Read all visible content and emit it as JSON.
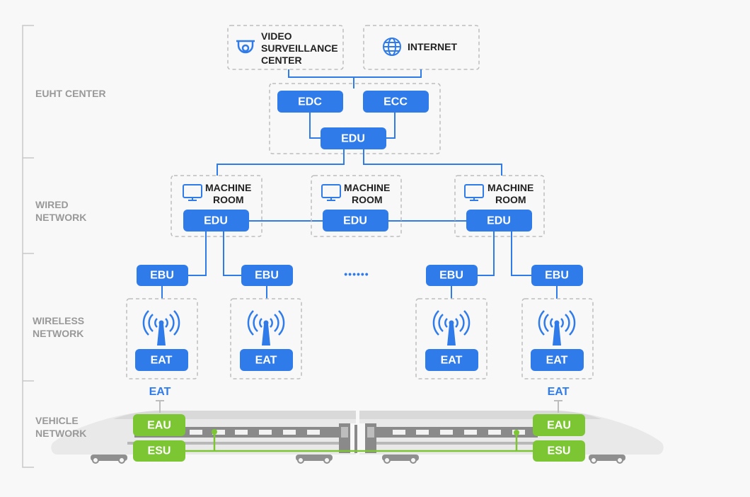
{
  "sections": {
    "euht_center": "EUHT CENTER",
    "wired_network": [
      "WIRED",
      "NETWORK"
    ],
    "wireless_network": [
      "WIRELESS",
      "NETWORK"
    ],
    "vehicle_network": [
      "VEHICLE",
      "NETWORK"
    ]
  },
  "top": {
    "video_center": [
      "VIDEO",
      "SURVEILLANCE",
      "CENTER"
    ],
    "internet": "INTERNET"
  },
  "center": {
    "edc": "EDC",
    "ecc": "ECC",
    "edu": "EDU"
  },
  "machine_rooms": [
    {
      "title": [
        "MACHINE",
        "ROOM"
      ],
      "edu": "EDU"
    },
    {
      "title": [
        "MACHINE",
        "ROOM"
      ],
      "edu": "EDU"
    },
    {
      "title": [
        "MACHINE",
        "ROOM"
      ],
      "edu": "EDU"
    }
  ],
  "ebu_label": "EBU",
  "eat_label": "EAT",
  "ellipsis": "••••••",
  "train": {
    "eat_left": "EAT",
    "eat_right": "EAT",
    "eau": "EAU",
    "esu": "ESU"
  },
  "colors": {
    "primary_blue": "#2f7bea",
    "vehicle_green": "#7cc634",
    "dashed_gray": "#bdbdbd",
    "section_text": "#999999"
  },
  "icons": [
    "camera-icon",
    "globe-icon",
    "monitor-icon",
    "antenna-icon"
  ]
}
